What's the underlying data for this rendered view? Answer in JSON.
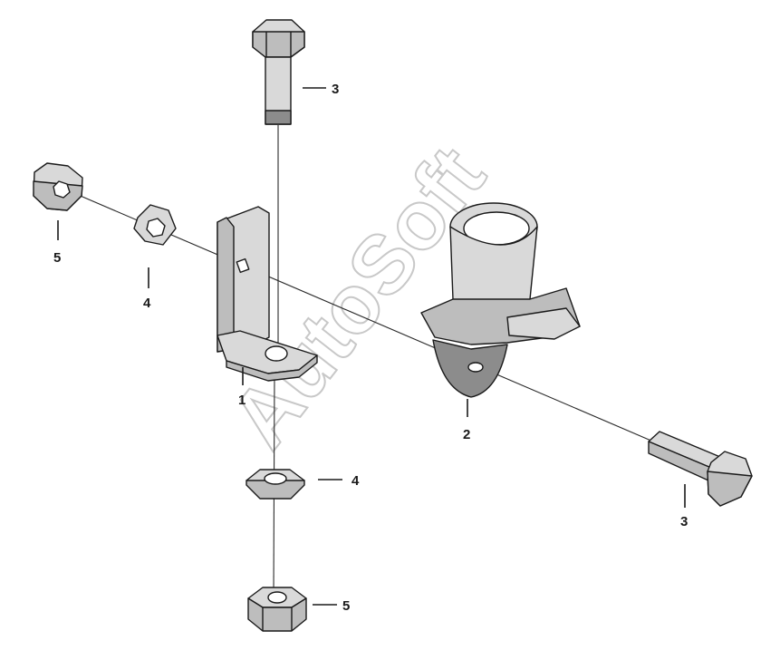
{
  "watermark": "AutoSoft",
  "callouts": {
    "bolt_top": "3",
    "bolt_right": "3",
    "nut_left": "5",
    "nut_bottom": "5",
    "washer_left": "4",
    "washer_bottom": "4",
    "bracket": "1",
    "clamp": "2"
  }
}
